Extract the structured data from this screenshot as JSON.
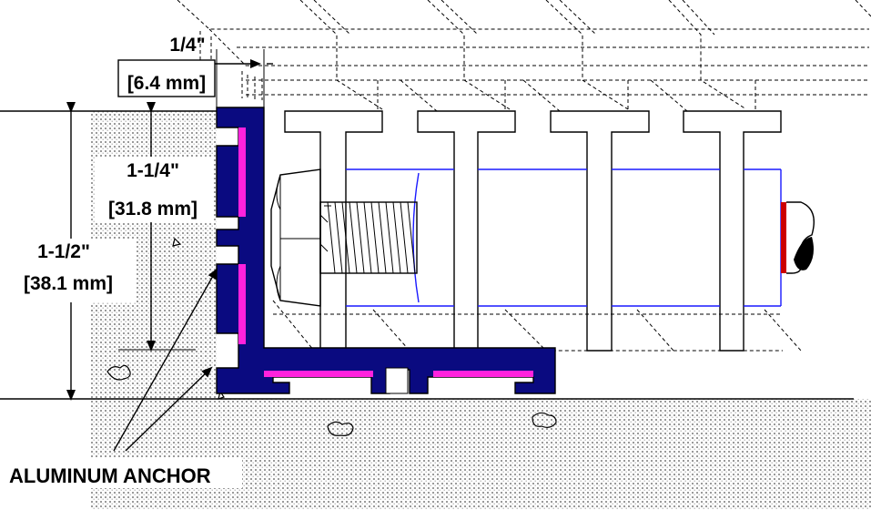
{
  "dimensions": {
    "gap": {
      "imperial": "1/4\"",
      "metric": "[6.4 mm]"
    },
    "channel_height": {
      "imperial": "1-1/4\"",
      "metric": "[31.8 mm]"
    },
    "total_height": {
      "imperial": "1-1/2\"",
      "metric": "[38.1 mm]"
    }
  },
  "callout": {
    "label": "ALUMINUM ANCHOR"
  },
  "colors": {
    "anchor_fill": "#0a0a80",
    "anchor_insert": "#ff22dd",
    "rod_outline": "#1a1aff",
    "rod_end_red": "#cc0000",
    "concrete_dots": "#9a9a9a"
  }
}
